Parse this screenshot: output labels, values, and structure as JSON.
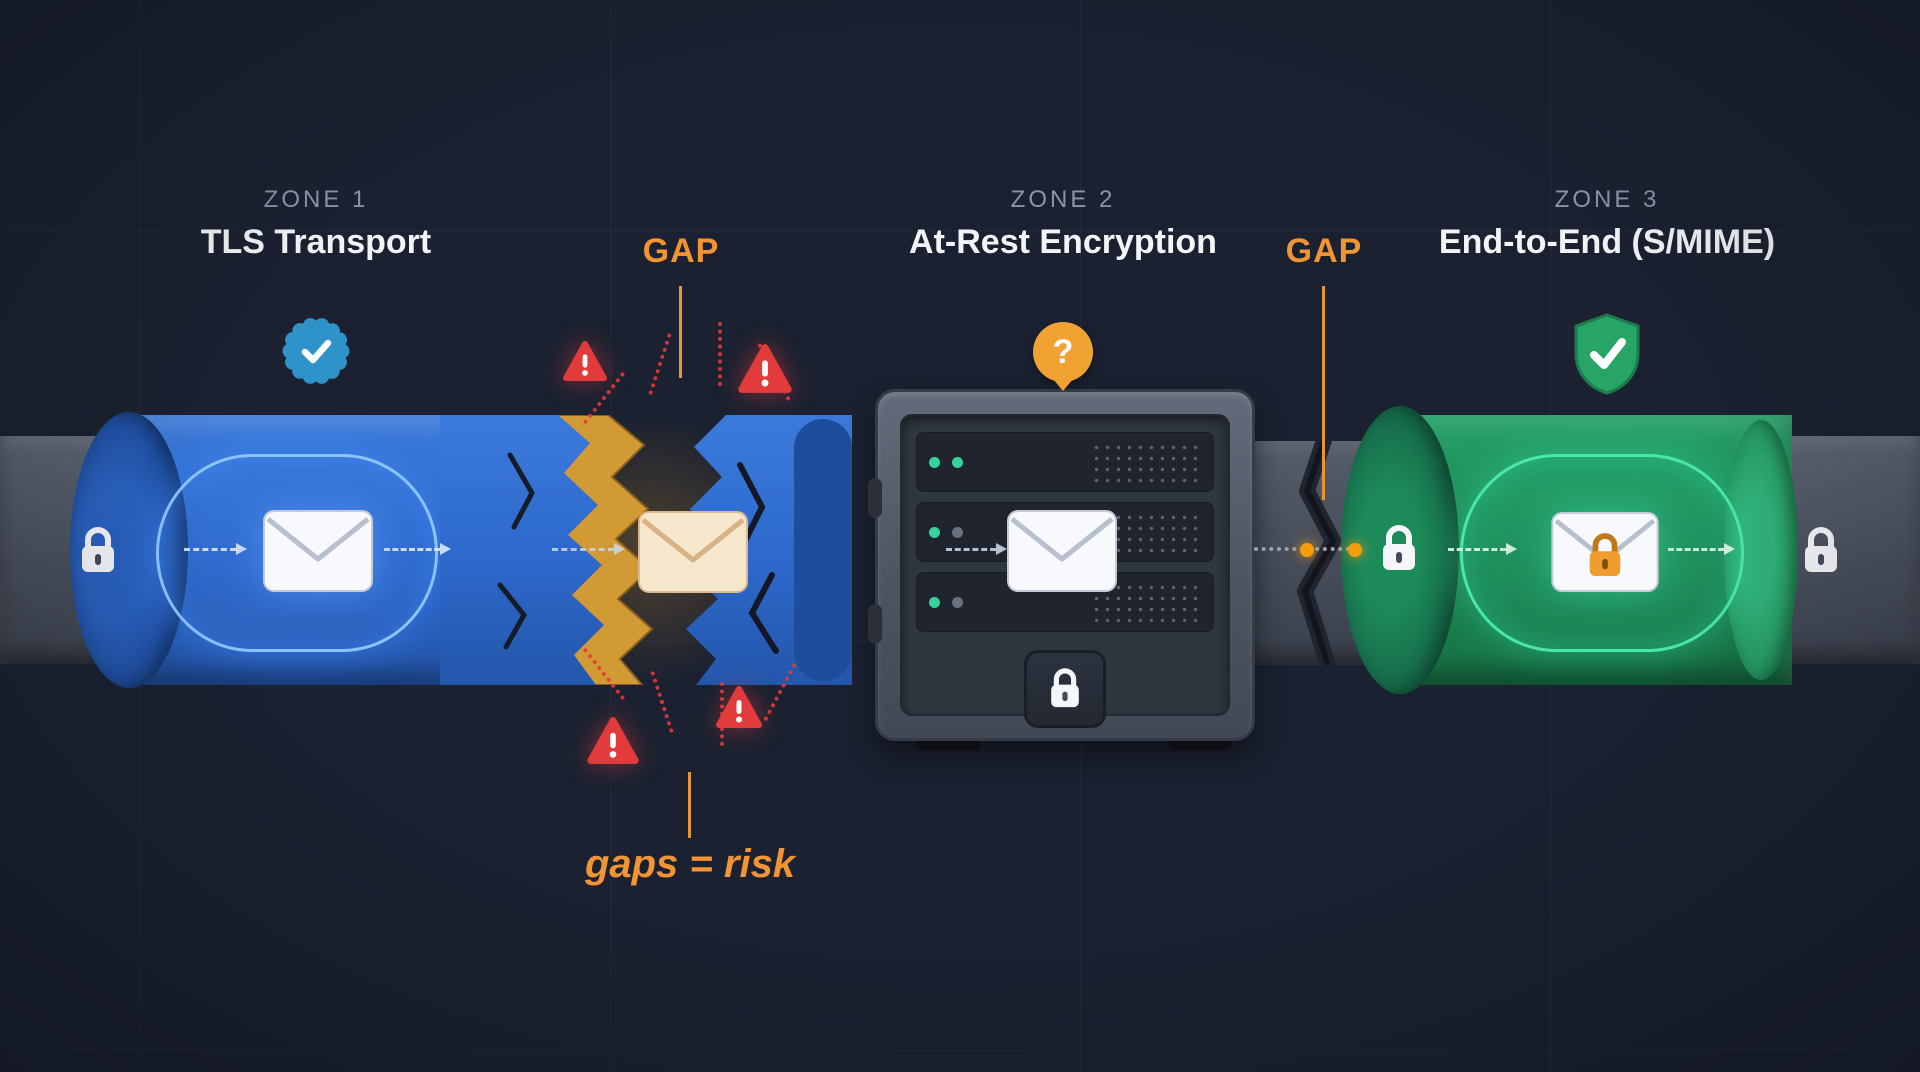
{
  "header": {
    "zones": [
      {
        "eyebrow": "ZONE 1",
        "title": "TLS Transport"
      },
      {
        "eyebrow": "ZONE 2",
        "title": "At-Rest Encryption"
      },
      {
        "eyebrow": "ZONE 3",
        "title": "End-to-End (S/MIME)"
      }
    ],
    "gaps": [
      {
        "label": "GAP"
      },
      {
        "label": "GAP"
      }
    ]
  },
  "badges": {
    "question_mark": "?"
  },
  "caption": {
    "text": "gaps = risk"
  },
  "icons": {
    "verified_badge": "check-seal",
    "shield_check": "shield-with-check",
    "warning": "exclamation-triangle",
    "lock": "padlock",
    "envelope": "mail-envelope",
    "vault": "server-safe"
  },
  "colors": {
    "background": "#1b2130",
    "tls_blue": "#2e6ace",
    "smime_green": "#1e8a57",
    "gap_orange": "#f09434",
    "risk_red": "#e23b3b",
    "pipe_gray": "#4a505d",
    "text_primary": "#f2f4f8",
    "text_muted": "#8c94a8"
  }
}
